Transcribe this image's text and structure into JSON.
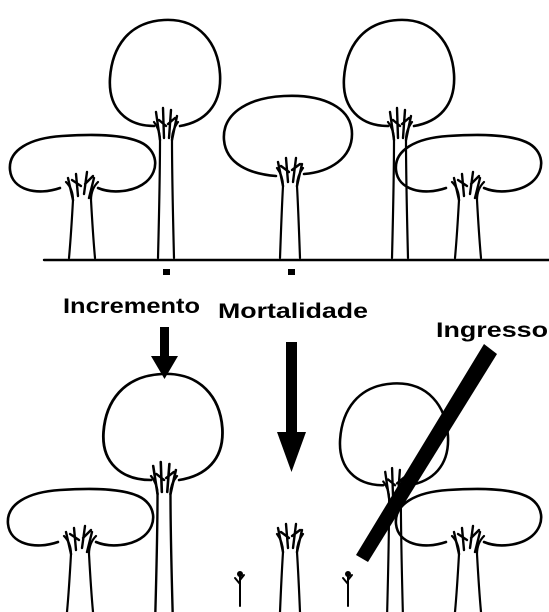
{
  "labels": {
    "increment": "Incremento",
    "mortality": "Mortalidade",
    "ingrowth": "Ingresso"
  },
  "colors": {
    "ink": "#000000",
    "background": "#ffffff"
  }
}
